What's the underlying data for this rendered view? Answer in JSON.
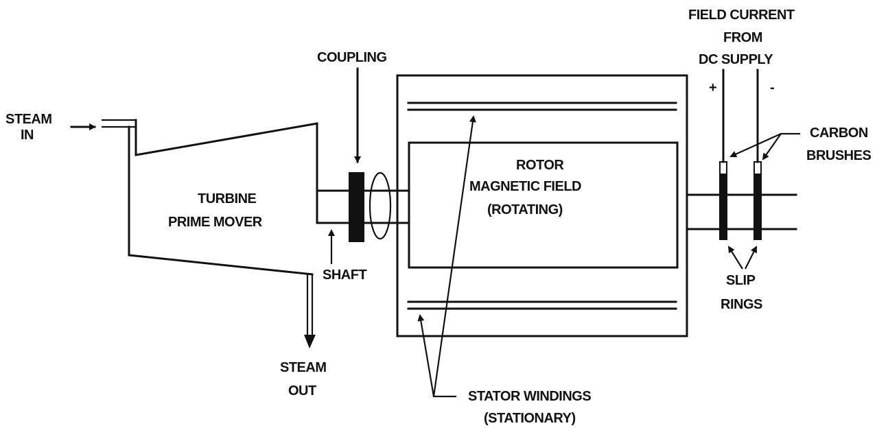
{
  "labels": {
    "steam_in": [
      "STEAM",
      "IN"
    ],
    "turbine": [
      "TURBINE",
      "PRIME MOVER"
    ],
    "coupling": "COUPLING",
    "shaft": "SHAFT",
    "steam_out": [
      "STEAM",
      "OUT"
    ],
    "rotor": [
      "ROTOR",
      "MAGNETIC FIELD",
      "(ROTATING)"
    ],
    "stator": [
      "STATOR WINDINGS",
      "(STATIONARY)"
    ],
    "field_current": [
      "FIELD CURRENT",
      "FROM",
      "DC SUPPLY"
    ],
    "plus": "+",
    "minus": "-",
    "carbon_brushes": [
      "CARBON",
      "BRUSHES"
    ],
    "slip_rings": [
      "SLIP",
      "RINGS"
    ]
  },
  "colors": {
    "ink": "#111111",
    "background": "#ffffff"
  }
}
